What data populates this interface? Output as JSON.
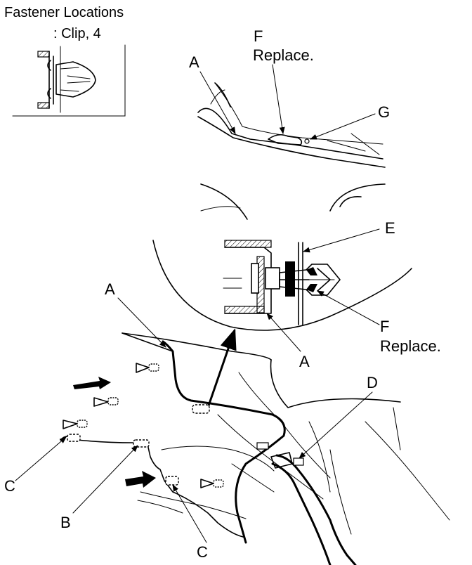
{
  "legend": {
    "title": "Fastener Locations",
    "clip_label": ": Clip, 4"
  },
  "callouts": {
    "a_top": "A",
    "f_top": "F",
    "f_top_note": "Replace.",
    "g": "G",
    "e": "E",
    "f_detail": "F",
    "f_detail_note": "Replace.",
    "a_detail": "A",
    "a_left": "A",
    "d": "D",
    "c_left": "C",
    "b": "B",
    "c_bottom": "C"
  }
}
